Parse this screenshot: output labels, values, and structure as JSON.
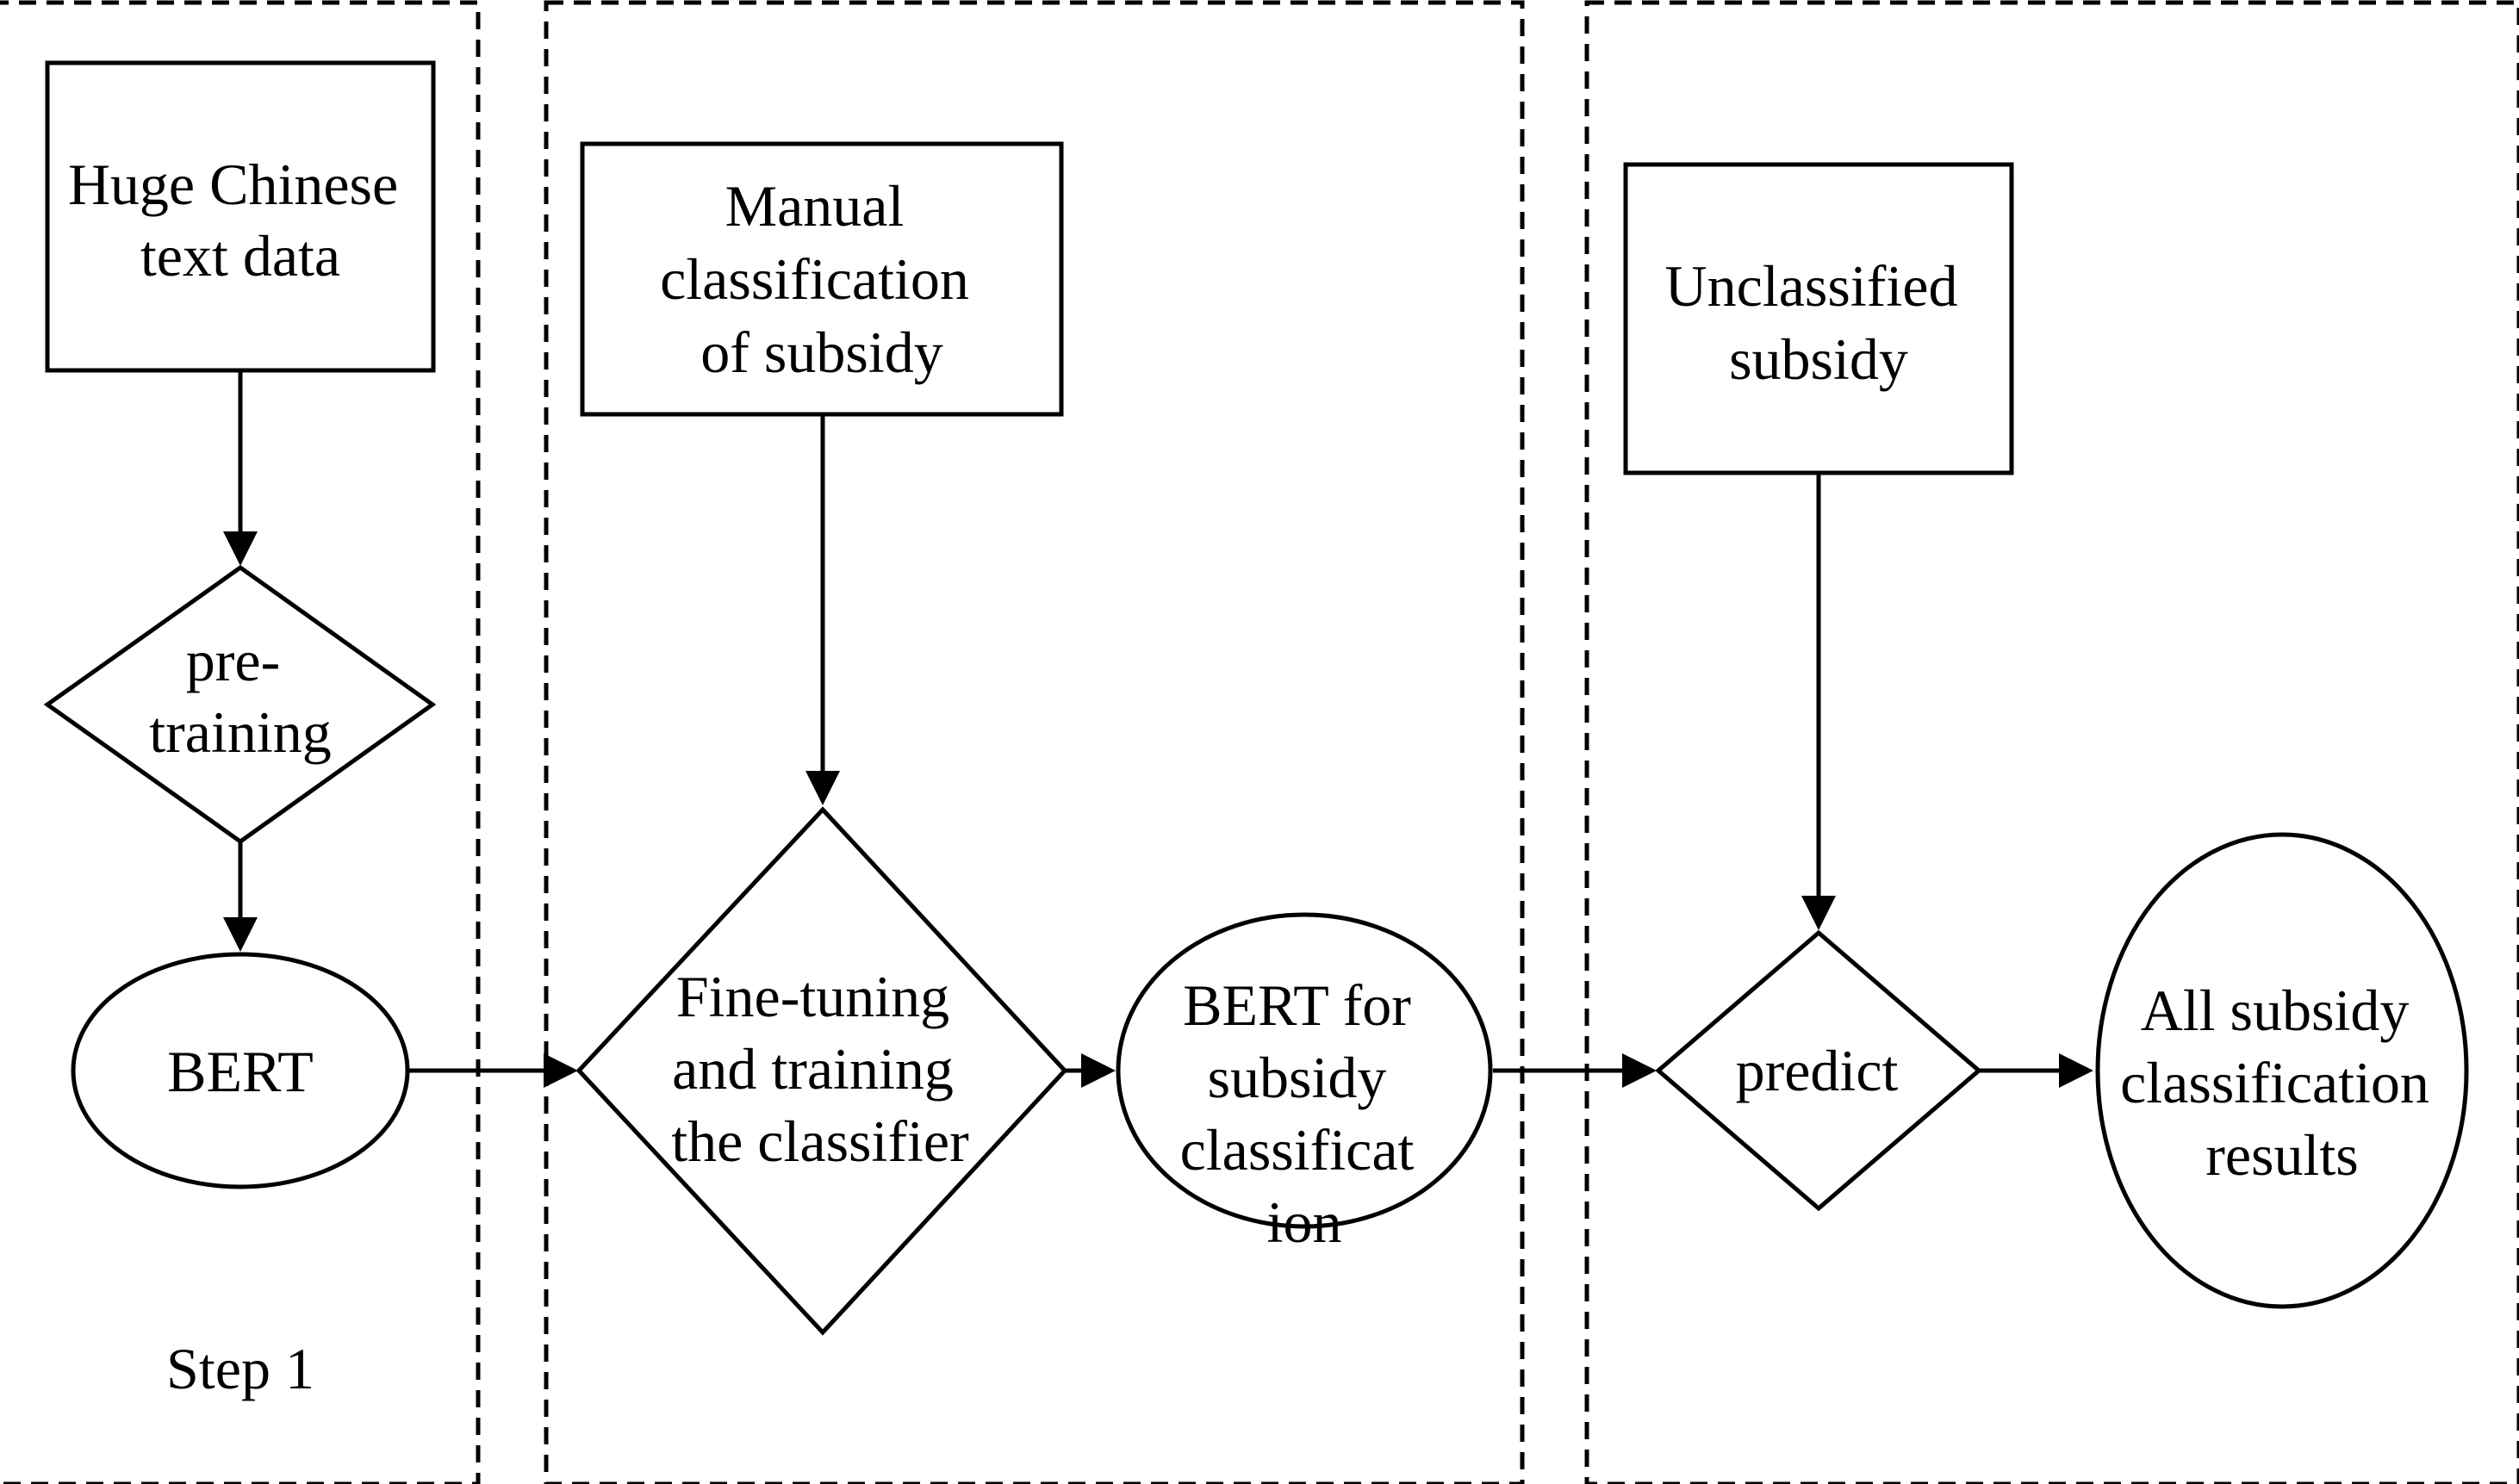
{
  "nodes": {
    "huge_data": [
      "Huge Chinese",
      "text data"
    ],
    "pretraining": [
      "pre-",
      "training"
    ],
    "bert": [
      "BERT"
    ],
    "manual": [
      "Manual",
      "classification",
      "of subsidy"
    ],
    "finetune": [
      "Fine-tuning",
      "and training",
      "the classifier"
    ],
    "bert_subsidy": [
      "BERT for",
      "subsidy",
      "classificat",
      "ion"
    ],
    "unclassified": [
      "Unclassified",
      "subsidy"
    ],
    "predict": [
      "predict"
    ],
    "results": [
      "All subsidy",
      "classification",
      "results"
    ]
  },
  "step_label": "Step 1",
  "colors": {
    "stroke": "#000000",
    "background": "#ffffff"
  }
}
